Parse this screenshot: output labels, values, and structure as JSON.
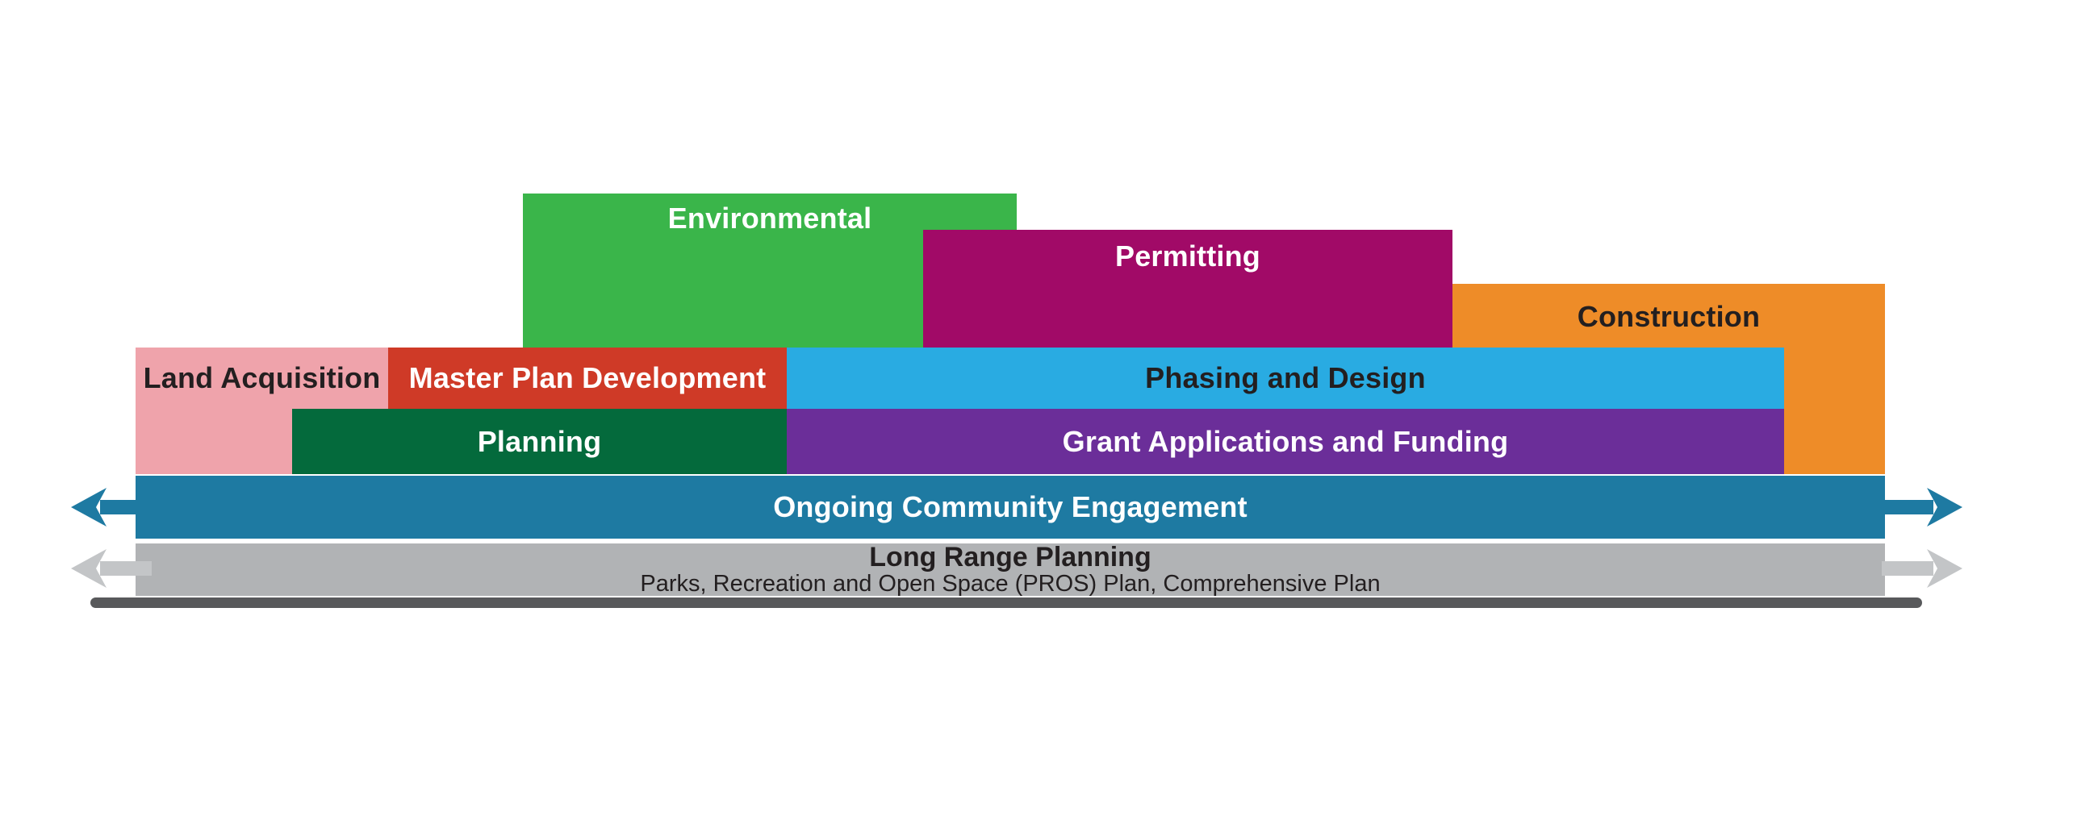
{
  "diagram": {
    "boxes": {
      "environmental": {
        "label": "Environmental",
        "bg": "#3ab54a",
        "fg": "#ffffff"
      },
      "permitting": {
        "label": "Permitting",
        "bg": "#a10a67",
        "fg": "#ffffff"
      },
      "construction": {
        "label": "Construction",
        "bg": "#ee8c28",
        "fg": "#231f20"
      },
      "land_acquisition": {
        "label": "Land Acquisition",
        "bg": "#efa3ab",
        "fg": "#231f20"
      },
      "master_plan": {
        "label": "Master Plan Development",
        "bg": "#cf3a27",
        "fg": "#ffffff"
      },
      "phasing_design": {
        "label": "Phasing and Design",
        "bg": "#29abe2",
        "fg": "#231f20"
      },
      "planning": {
        "label": "Planning",
        "bg": "#046a3c",
        "fg": "#ffffff"
      },
      "grant_funding": {
        "label": "Grant Applications and Funding",
        "bg": "#6b2e99",
        "fg": "#ffffff"
      },
      "community": {
        "label": "Ongoing Community Engagement",
        "bg": "#1e7aa2",
        "fg": "#ffffff"
      },
      "long_range": {
        "title": "Long Range Planning",
        "subtitle": "Parks, Recreation and Open Space (PROS) Plan, Comprehensive Plan",
        "bg": "#b1b3b5",
        "fg": "#231f20"
      }
    },
    "colors": {
      "teal_arrow": "#1e7aa2",
      "gray_arrow": "#c3c5c7",
      "baseline": "#58595b"
    }
  }
}
